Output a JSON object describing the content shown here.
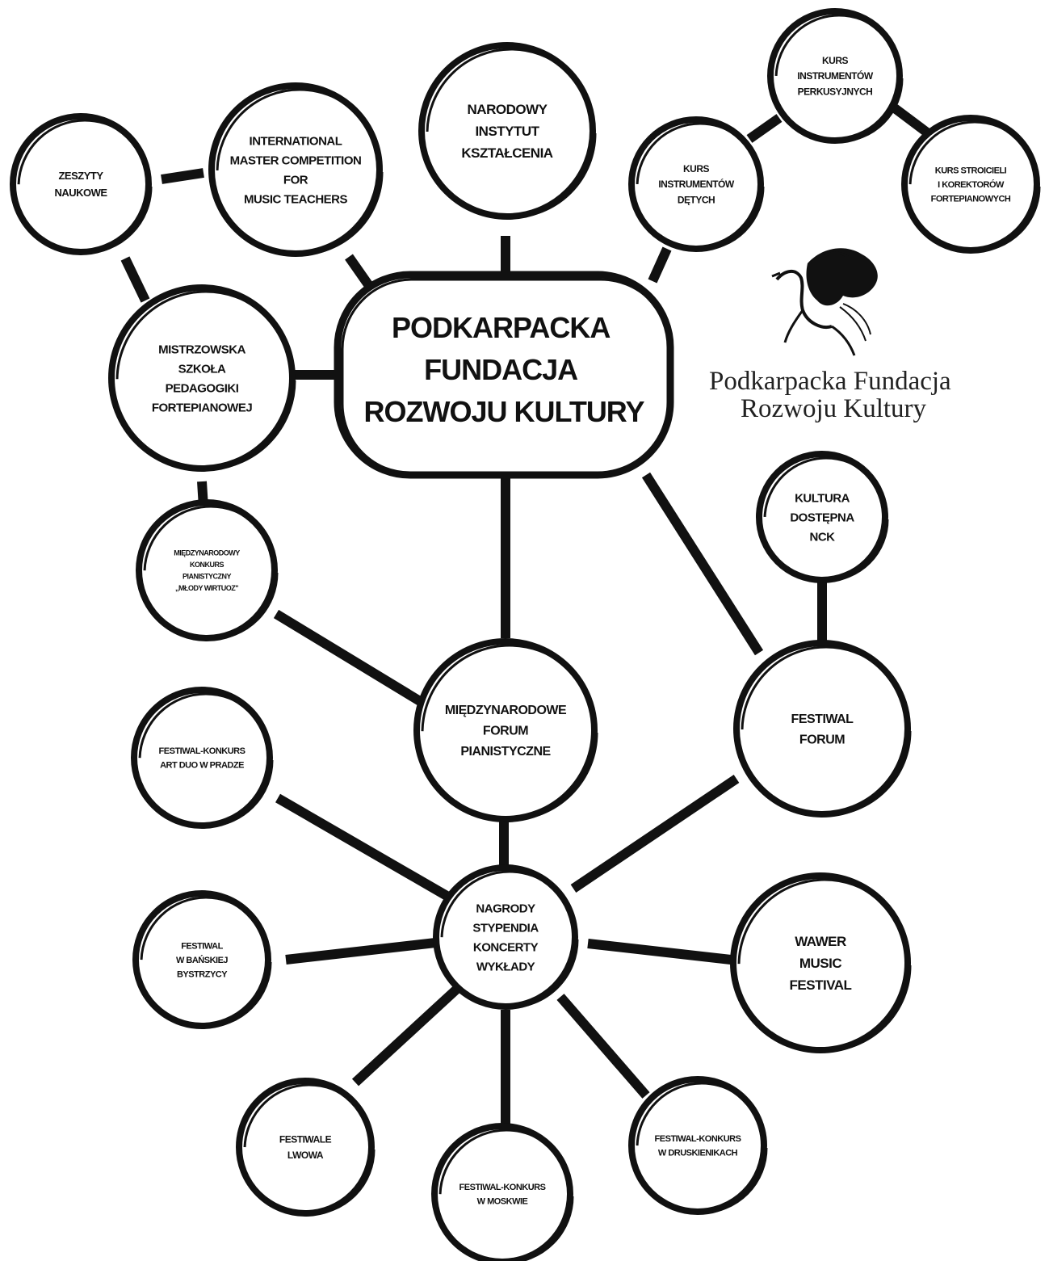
{
  "central": {
    "lines": [
      "PODKARPACKA",
      "FUNDACJA",
      "ROZWOJU KULTURY"
    ]
  },
  "nodes": {
    "zeszyty": [
      "ZESZYTY",
      "NAUKOWE"
    ],
    "international": [
      "INTERNATIONAL",
      "MASTER COMPETITION",
      "FOR",
      "MUSIC TEACHERS"
    ],
    "narodowy": [
      "NARODOWY",
      "INSTYTUT",
      "KSZTAŁCENIA"
    ],
    "kurs_detych": [
      "KURS",
      "INSTRUMENTÓW",
      "DĘTYCH"
    ],
    "kurs_perkusyjnych": [
      "KURS",
      "INSTRUMENTÓW",
      "PERKUSYJNYCH"
    ],
    "kurs_stroicieli": [
      "KURS STROICIELI",
      "I KOREKTORÓW",
      "FORTEPIANOWYCH"
    ],
    "mistrzowska": [
      "MISTRZOWSKA",
      "SZKOŁA",
      "PEDAGOGIKI",
      "FORTEPIANOWEJ"
    ],
    "mlody_wirtuoz": [
      "MIĘDZYNARODOWY",
      "KONKURS",
      "PIANISTYCZNY",
      "„MŁODY WIRTUOZ\""
    ],
    "kultura": [
      "KULTURA",
      "DOSTĘPNA",
      "NCK"
    ],
    "forum_pianistyczne": [
      "MIĘDZYNARODOWE",
      "FORUM",
      "PIANISTYCZNE"
    ],
    "festiwal_forum": [
      "FESTIWAL",
      "FORUM"
    ],
    "art_duo": [
      "FESTIWAL-KONKURS",
      "ART DUO W PRADZE"
    ],
    "nagrody": [
      "NAGRODY",
      "STYPENDIA",
      "KONCERTY",
      "WYKŁADY"
    ],
    "banskiej": [
      "FESTIWAL",
      "W BAŃSKIEJ",
      "BYSTRZYCY"
    ],
    "wawer": [
      "WAWER",
      "MUSIC",
      "FESTIVAL"
    ],
    "lwowa": [
      "FESTIWALE",
      "LWOWA"
    ],
    "moskwie": [
      "FESTIWAL-KONKURS",
      "W MOSKWIE"
    ],
    "druskienikach": [
      "FESTIWAL-KONKURS",
      "W DRUSKIENIKACH"
    ]
  },
  "logo": {
    "line1": "Podkarpacka Fundacja",
    "line2": "Rozwoju Kultury",
    "icon": "pegasus-icon"
  },
  "colors": {
    "ink": "#111111",
    "background": "#ffffff"
  }
}
